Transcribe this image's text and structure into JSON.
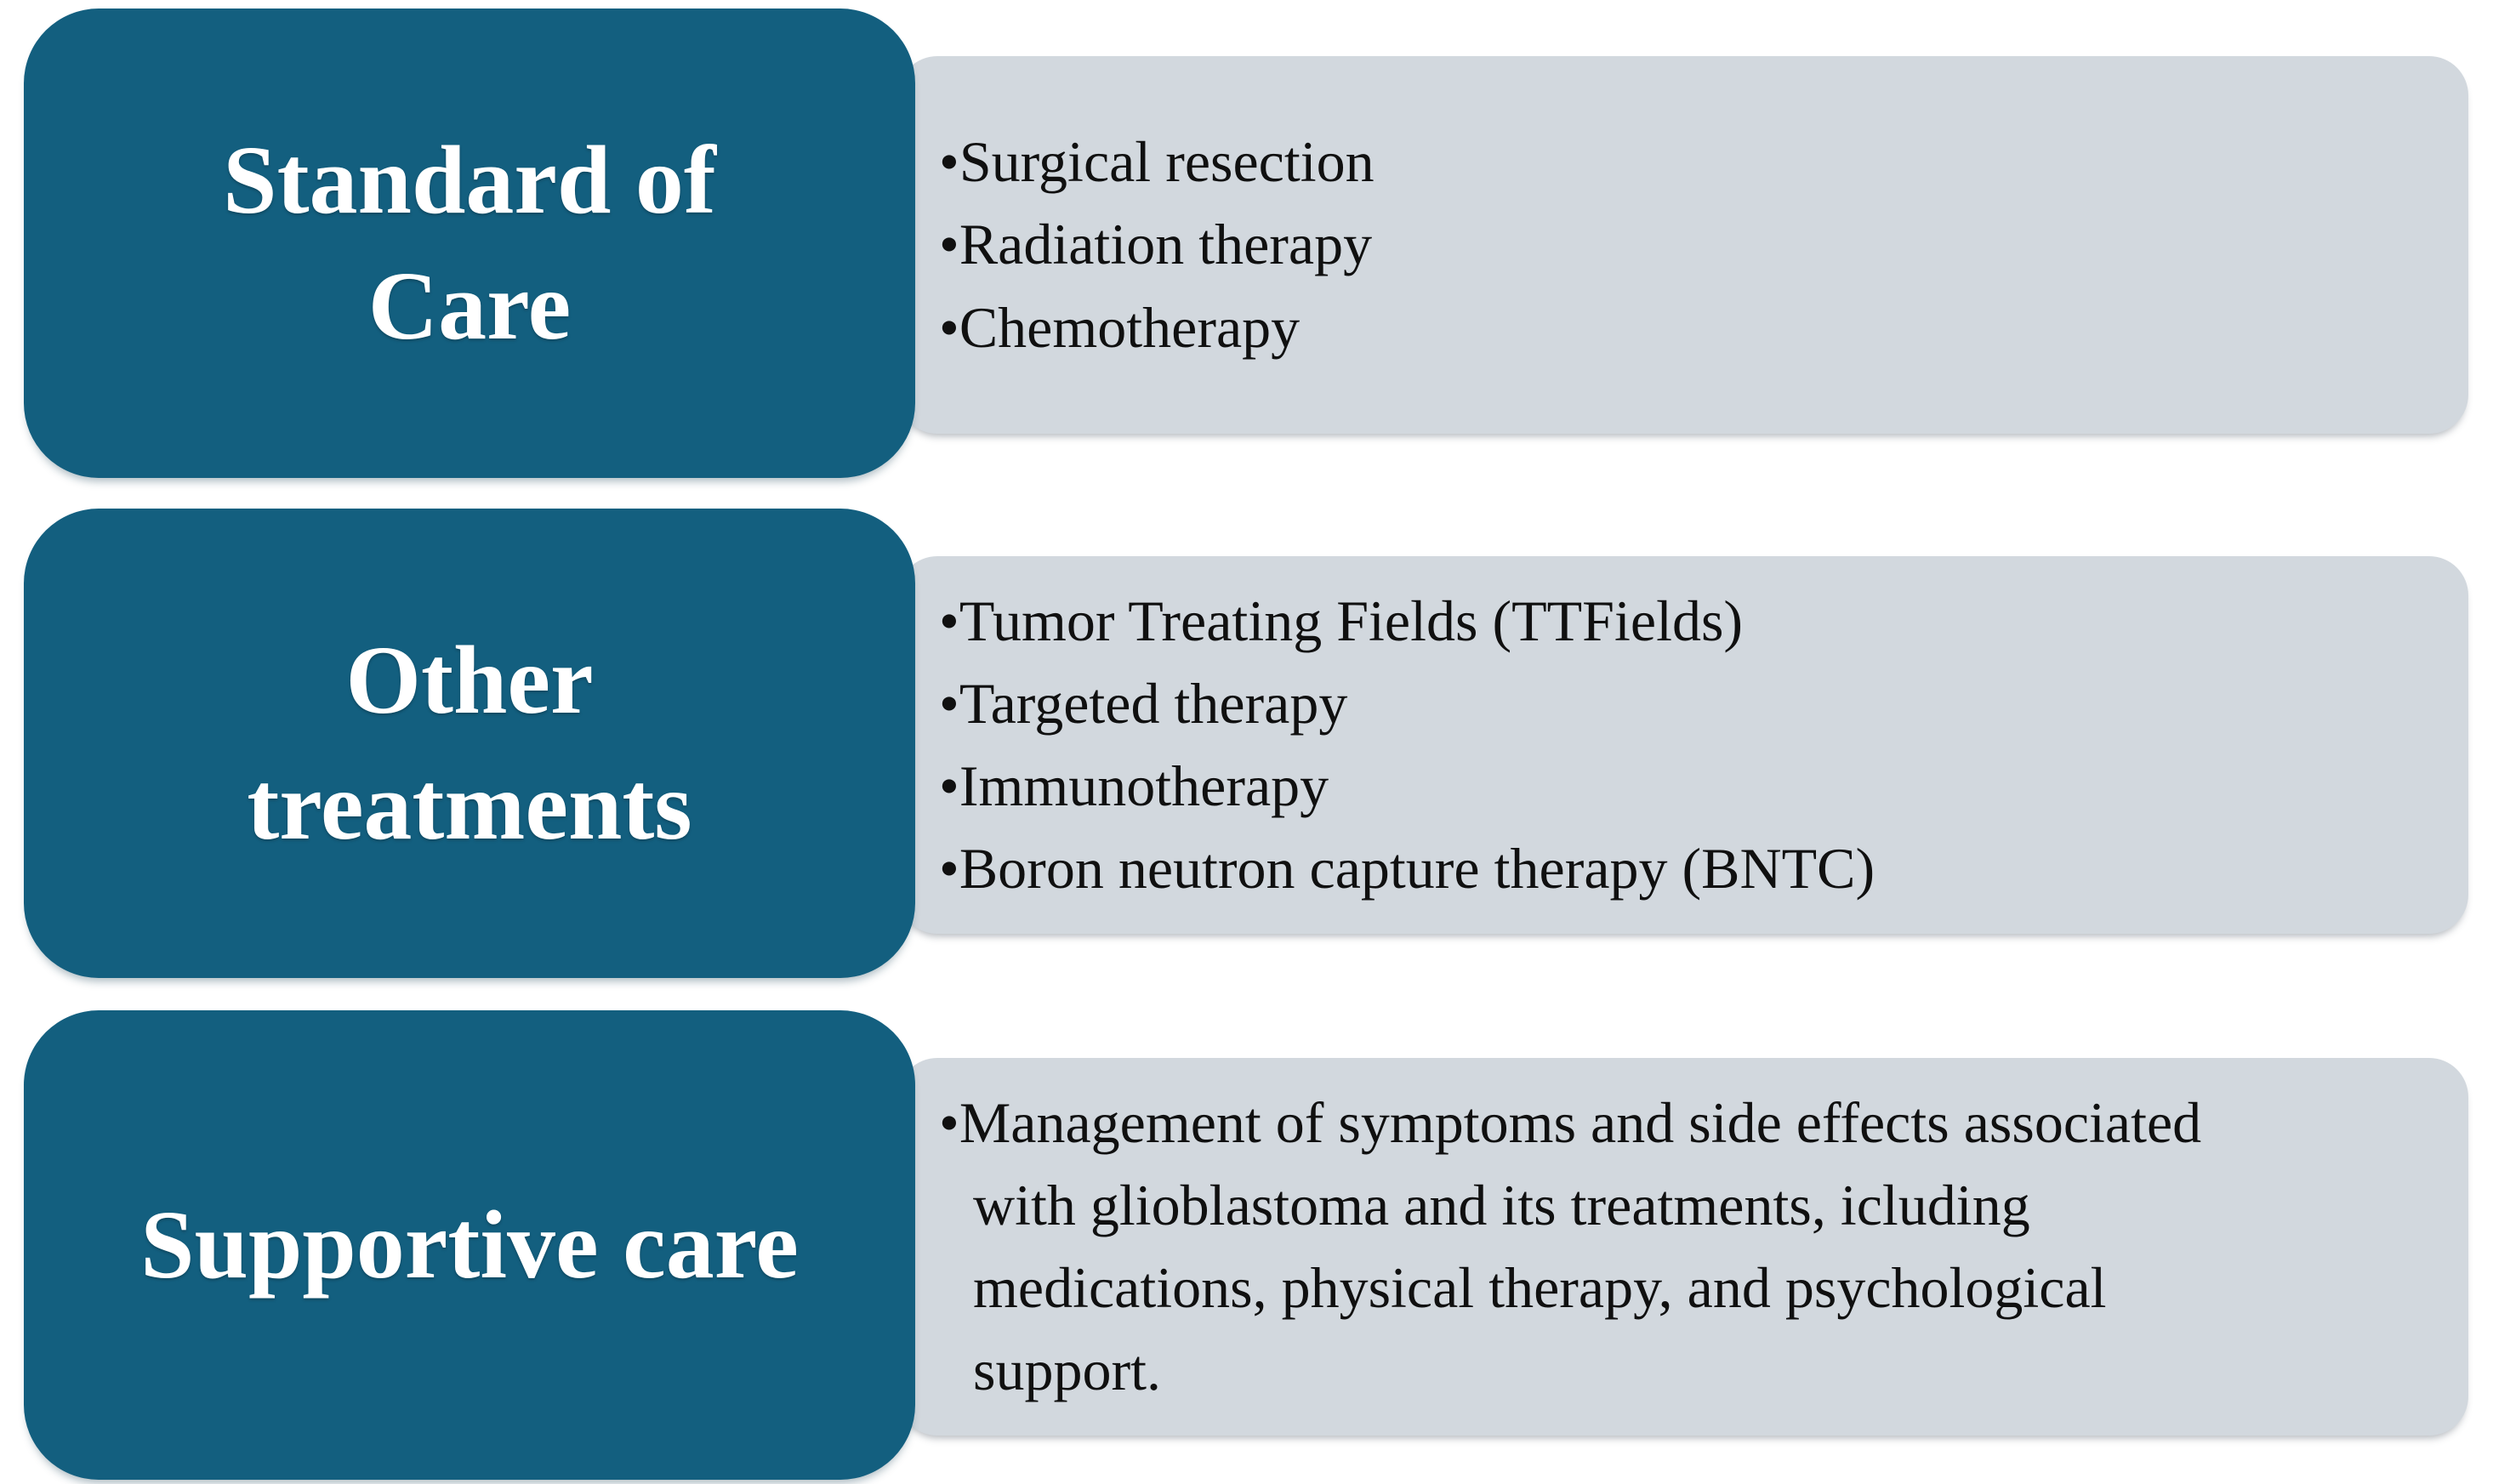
{
  "diagram": {
    "rows": [
      {
        "label": "Standard of\nCare",
        "bullets": [
          "Surgical resection",
          "Radiation therapy",
          "Chemotherapy"
        ]
      },
      {
        "label": "Other\ntreatments",
        "bullets": [
          "Tumor Treating Fields (TTFields)",
          "Targeted therapy",
          "Immunotherapy",
          "Boron neutron capture therapy (BNTC)"
        ]
      },
      {
        "label": "Supportive care",
        "bullets": [
          "Management of symptoms and side effects associated with glioblastoma and its treatments, icluding medications, physical therapy, and psychological support."
        ]
      }
    ],
    "colors": {
      "category_fill": "#135F7F",
      "category_text": "#FFFFFF",
      "detail_fill": "#D2D8DE",
      "detail_text": "#101010"
    },
    "bullet_glyph": "•"
  }
}
